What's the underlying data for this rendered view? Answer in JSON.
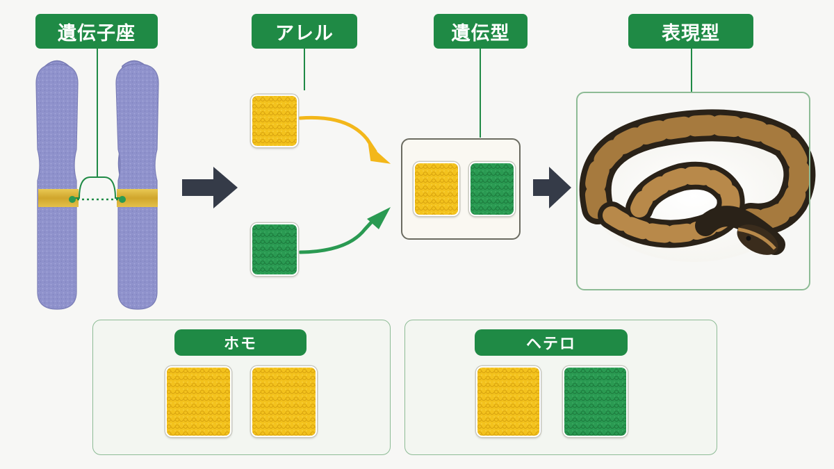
{
  "labels": {
    "locus": "遺伝子座",
    "allele": "アレル",
    "genotype": "遺伝型",
    "phenotype": "表現型",
    "homo": "ホモ",
    "hetero": "ヘテロ"
  },
  "colors": {
    "label_green": "#1f8a45",
    "allele_yellow": "#f3c21d",
    "allele_green": "#2a9a52",
    "chromosome": "#8f92cc",
    "band": "#d8b43a",
    "arrow_dark": "#353b48",
    "panel_bg": "#f3f6f1",
    "panel_border": "#8dbb95"
  }
}
